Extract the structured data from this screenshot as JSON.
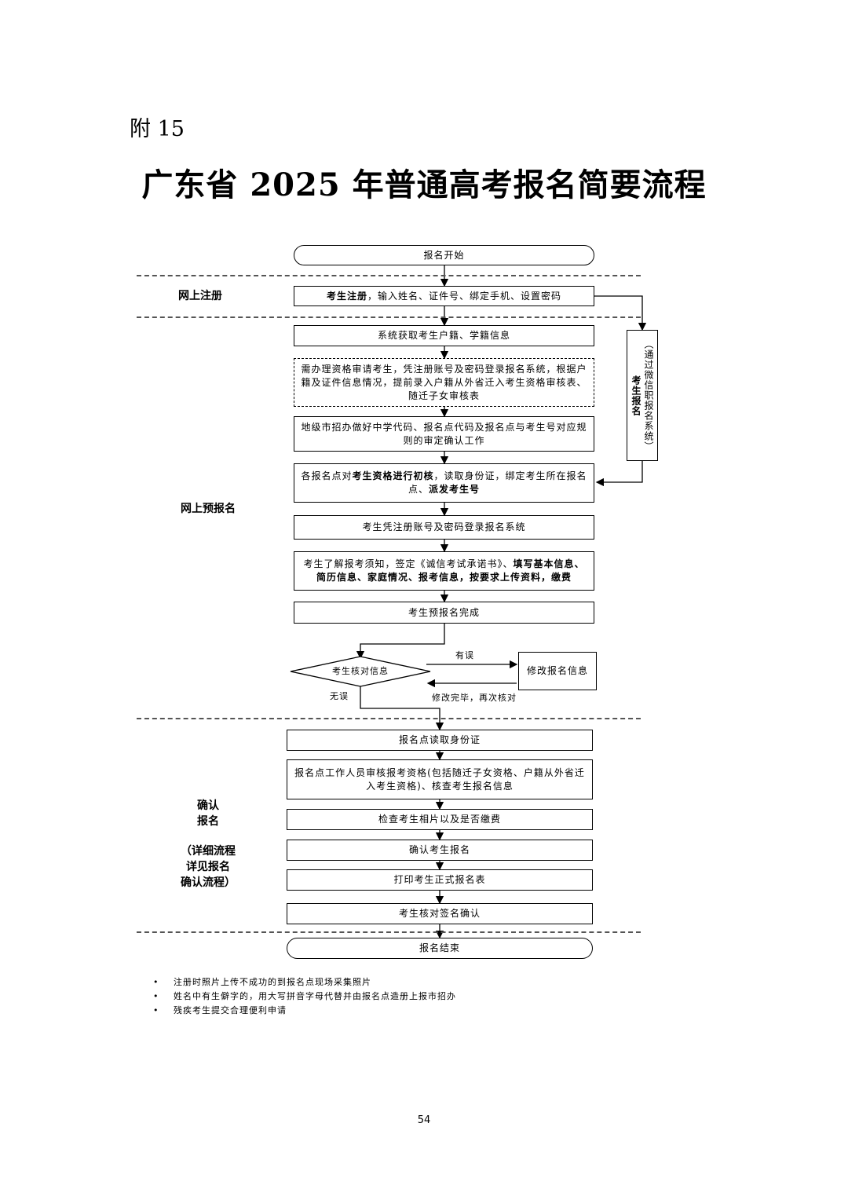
{
  "header": {
    "appendix": "附 15",
    "title": "广东省 2025 年普通高考报名简要流程"
  },
  "sections": {
    "online_register": "网上注册",
    "online_pre_register": "网上预报名",
    "confirm_a": "确认",
    "confirm_b": "报名",
    "confirm_c": "（详细流程",
    "confirm_d": "详见报名",
    "confirm_e": "确认流程）"
  },
  "steps": {
    "start": "报名开始",
    "register_bold": "考生注册",
    "register_rest": "，输入姓名、证件号、绑定手机、设置密码",
    "fetch_info": "系统获取考生户籍、学籍信息",
    "qualification": "需办理资格审请考生，凭注册账号及密码登录报名系统，根据户籍及证件信息情况，提前录入户籍从外省迁入考生资格审核表、随迁子女审核表",
    "city_work": "地级市招办做好中学代码、报名点代码及报名点与考生号对应规则的审定确认工作",
    "prelim_a": "各报名点对",
    "prelim_b": "考生资格进行初核",
    "prelim_c": "，读取身份证，绑定考生所在报名点、",
    "prelim_d": "派发考生号",
    "login": "考生凭注册账号及密码登录报名系统",
    "fill_a": "考生了解报考须知，签定《诚信考试承诺书》、",
    "fill_b": "填写基本信息、简历信息、家庭情况、报考信息，按要求上传资料，缴费",
    "pre_done": "考生预报名完成",
    "verify": "考生核对信息",
    "has_error": "有误",
    "modify": "修改报名信息",
    "modify_done": "修改完毕，再次核对",
    "no_error": "无误",
    "read_id": "报名点读取身份证",
    "staff_review": "报名点工作人员审核报考资格(包括随迁子女资格、户籍从外省迁入考生资格)、核查考生报名信息",
    "check_photo": "检查考生相片以及是否缴费",
    "confirm_reg": "确认考生报名",
    "print_form": "打印考生正式报名表",
    "sign_confirm": "考生核对签名确认",
    "end": "报名结束"
  },
  "side": {
    "bold": "考生报名",
    "rest": "（通过微信职报名系统）"
  },
  "notes": [
    "注册时照片上传不成功的到报名点现场采集照片",
    "姓名中有生僻字的，用大写拼音字母代替并由报名点造册上报市招办",
    "残疾考生提交合理便利申请"
  ],
  "page_number": "54"
}
